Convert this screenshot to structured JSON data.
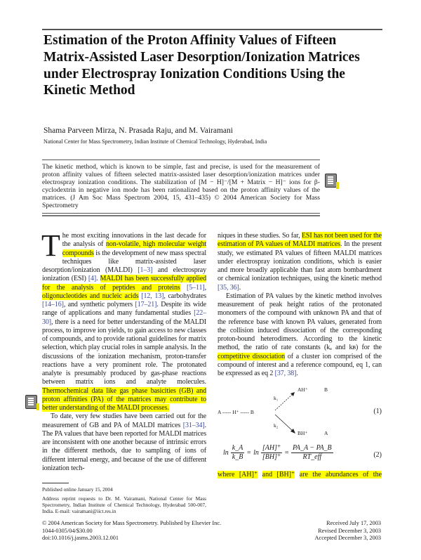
{
  "title": "Estimation of the Proton Affinity Values of Fifteen Matrix-Assisted Laser Desorption/Ionization Matrices under Electrospray Ionization Conditions Using the Kinetic Method",
  "authors": "Shama Parveen Mirza, N. Prasada Raju, and M. Vairamani",
  "affiliation": "National Center for Mass Spectrometry, Indian Institute of Chemical Technology, Hyderabad, India",
  "abstract": "The kinetic method, which is known to be simple, fast and precise, is used for the measurement of proton affinity values of fifteen selected matrix-assisted laser desorption/ionization matrices under electrospray ionization conditions. The stabilization of [M − H]⁻/[M + Matrix − H]⁻ ions for β-cyclodextrin in negative ion mode has been rationalized based on the proton affinity values of the matrices.    (J Am Soc Mass Spectrom 2004, 15, 431–435) © 2004 American Society for Mass Spectrometry",
  "icons": {
    "note": "sticky-note-icon",
    "highlight_color": "#ffff00",
    "ref_color": "#3b4a9c"
  },
  "left_column": [
    {
      "dropcap": "T",
      "segments": [
        {
          "t": "he most exciting innovations in the last decade for the analysis of "
        },
        {
          "t": "non-volatile, high molecular weight compounds",
          "s": "hl"
        },
        {
          "t": " is the development of new mass spectral techniques like matrix-assisted laser desorption/ionization (MALDI) "
        },
        {
          "t": "[1–3]",
          "s": "ref"
        },
        {
          "t": " and electrospray ionization (ESI) "
        },
        {
          "t": "[4]",
          "s": "ref"
        },
        {
          "t": ". "
        },
        {
          "t": "MALDI has been successfully applied for the analysis of peptides and proteins",
          "s": "hl"
        },
        {
          "t": " "
        },
        {
          "t": "[5–11]",
          "s": "ref"
        },
        {
          "t": ", "
        },
        {
          "t": "oligonucleotides and nucleic acids",
          "s": "hl"
        },
        {
          "t": " "
        },
        {
          "t": "[12, 13]",
          "s": "ref"
        },
        {
          "t": ", carbohydrates "
        },
        {
          "t": "[14–16]",
          "s": "ref"
        },
        {
          "t": ", and synthetic polymers "
        },
        {
          "t": "[17–21]",
          "s": "ref"
        },
        {
          "t": ". Despite its wide range of applications and many fundamental studies "
        },
        {
          "t": "[22–30]",
          "s": "ref"
        },
        {
          "t": ", there is a need for better understanding of the MALDI process, to improve ion yields, to gain access to new classes of compounds, and to provide rational guidelines for matrix selection, which play crucial roles in sample analysis. In the discussions of the ionization mechanism, proton-transfer reactions have a very prominent role. The protonated analyte is presumably produced by gas-phase reactions between matrix ions and analyte molecules. "
        },
        {
          "t": "Thermochemical data like gas phase basicities (GB) and proton affinities (PA) of the matrices may contribute to better understanding of the MALDI processes.",
          "s": "hl"
        }
      ]
    },
    {
      "indent": true,
      "segments": [
        {
          "t": "To date, very few studies have been carried out for the measurement of GB and PA of MALDI matrices "
        },
        {
          "t": "[31–34]",
          "s": "ref"
        },
        {
          "t": ". The PA values that have been reported for MALDI matrices are inconsistent with one another because of intrinsic errors in the different methods, due to sampling of ions of different internal energy, and because of the use of different ionization tech-"
        }
      ]
    }
  ],
  "right_column": [
    {
      "segments": [
        {
          "t": "niques in these studies. So far, "
        },
        {
          "t": "ESI has not been used for the estimation of PA values of MALDI matrices",
          "s": "hl"
        },
        {
          "t": ". In the present study, we estimated PA values of fifteen MALDI matrices under electrospray ionization conditions, which is easier and more broadly applicable than fast atom bombardment or chemical ionization techniques, using the kinetic method "
        },
        {
          "t": "[35, 36]",
          "s": "ref"
        },
        {
          "t": "."
        }
      ]
    },
    {
      "indent": true,
      "segments": [
        {
          "t": "Estimation of PA values by the kinetic method involves measurement of peak height ratios of the protonated monomers of the compound with unknown PA and that of the reference base with known PA values, generated from the collision induced dissociation of the corresponding proton-bound heterodimers. According to the kinetic method, the ratio of rate constants (kₐ and kʙ) for the "
        },
        {
          "t": "competitive dissociation",
          "s": "hl"
        },
        {
          "t": " of a cluster ion comprised of the compound of interest and a reference compound, eq 1, can be expressed as eq 2 "
        },
        {
          "t": "[37, 38]",
          "s": "ref"
        },
        {
          "t": "."
        }
      ]
    }
  ],
  "scheme": {
    "left": "A ----- H⁺ ----- B",
    "k1": "k₁",
    "k2": "k₂",
    "prod1": "AH⁺",
    "prod1b": "B",
    "prod2": "BH⁺",
    "prod2b": "A",
    "number": "(1)"
  },
  "equation2": {
    "ln1": "ln",
    "kA": "k_A",
    "kB": "k_B",
    "eq": "=",
    "ln2": "ln",
    "AH": "[AH]⁺",
    "BH": "[BH]⁺",
    "pa": "PA_A − PA_B",
    "rt": "RT_eff",
    "number": "(2)"
  },
  "where_line": [
    "where [AH]⁺",
    "and [BH]⁺",
    "are the abundances of the"
  ],
  "footnotes": {
    "published": "Published online January 15, 2004",
    "address": "Address reprint requests to Dr. M. Vairamani, National Center for Mass Spectrometry, Indian Institute of Chemical Technology, Hyderabad 500-007, India. E-mail: vairamani@iict.res.in"
  },
  "footer_left": [
    "© 2004 American Society for Mass Spectrometry. Published by Elsevier Inc.",
    "1044-0305/04/$30.00",
    "doi:10.1016/j.jasms.2003.12.001"
  ],
  "footer_right": [
    "Received July 17, 2003",
    "Revised December 3, 2003",
    "Accepted December 3, 2003"
  ]
}
